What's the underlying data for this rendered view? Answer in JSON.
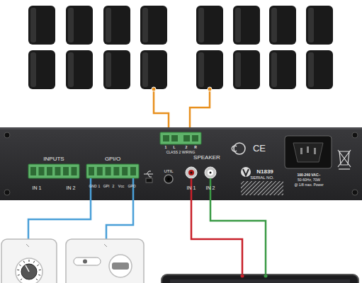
{
  "diagram": {
    "labels": [
      "1",
      "L",
      "2",
      "R",
      "CLASS 2 WIRING",
      "SPEAKER",
      "INPUTS",
      "GPI/O",
      "IN 1",
      "IN 2",
      "GND",
      "1",
      "GPI",
      "2",
      "Vcc",
      "GPO",
      "UTIL",
      "IN 1",
      "IN 2",
      "CE",
      "N1839",
      "SERIAL NO.",
      "100-240 VAC~",
      "50-60Hz, 70W",
      "@ 1/8 max. Power"
    ]
  }
}
